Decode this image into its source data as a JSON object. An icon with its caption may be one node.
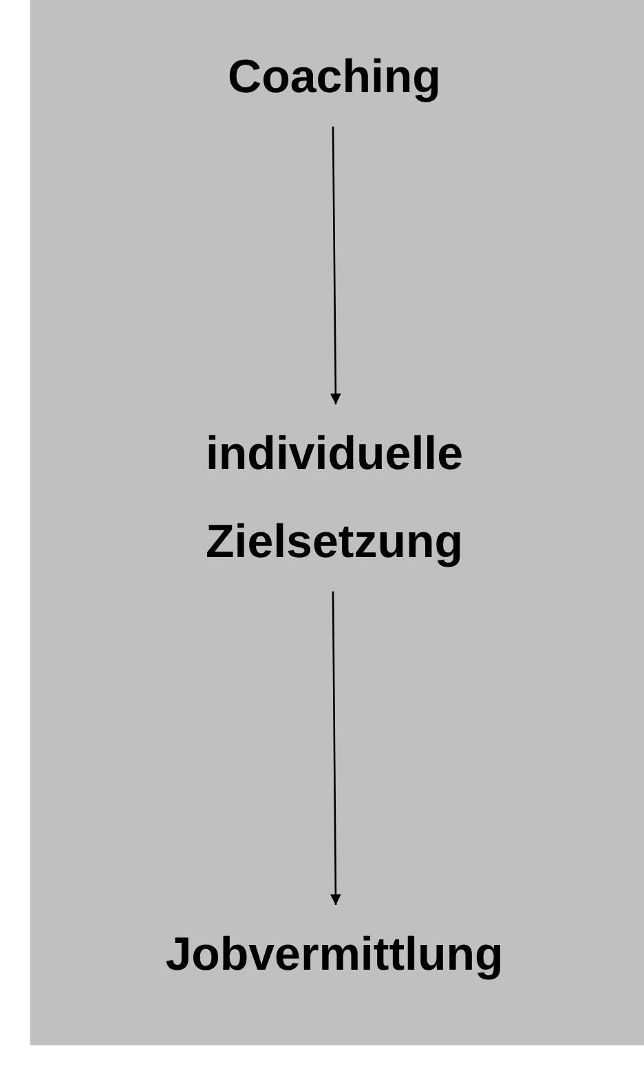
{
  "diagram": {
    "nodes": [
      {
        "text": [
          "Coaching"
        ]
      },
      {
        "text": [
          "individuelle Zielsetzung"
        ]
      },
      {
        "text": [
          "Jobvermittlung"
        ]
      }
    ],
    "edges": [
      {
        "from": 0,
        "to": 1,
        "arrow": "to"
      },
      {
        "from": 1,
        "to": 2,
        "arrow": "to"
      }
    ]
  }
}
